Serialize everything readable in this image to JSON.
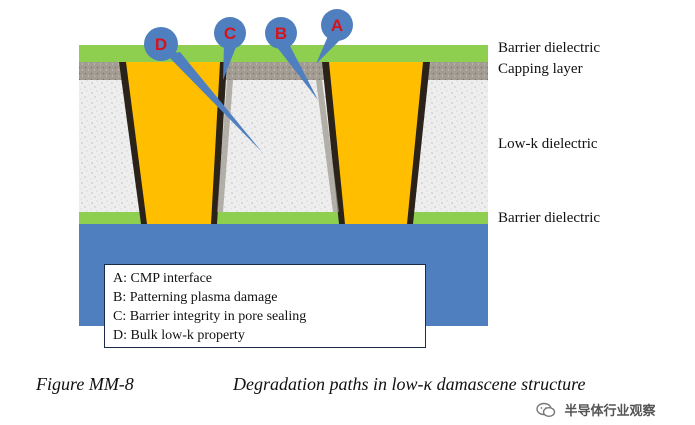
{
  "layers": {
    "barrier_top": "Barrier dielectric",
    "capping": "Capping layer",
    "lowk": "Low-k dielectric",
    "barrier_bottom": "Barrier dielectric"
  },
  "markers": {
    "a": "A",
    "b": "B",
    "c": "C",
    "d": "D"
  },
  "legend": {
    "a": "A: CMP interface",
    "b": "B: Patterning plasma damage",
    "c": "C: Barrier integrity in pore sealing",
    "d": "D: Bulk low-k property"
  },
  "caption": {
    "figure": "Figure MM-8",
    "title": "Degradation paths in low-κ damascene structure"
  },
  "watermark": {
    "text": "半导体行业观察",
    "icon": "wechat-icon"
  },
  "colors": {
    "barrier": "#8fcf4f",
    "capping": "#a39c93",
    "lowk": "#eeeeee",
    "copper": "#ffbf00",
    "liner": "#2b2319",
    "substrate": "#4f7fbf",
    "marker_fill": "#4f7fbf",
    "marker_text": "#d4141c"
  }
}
